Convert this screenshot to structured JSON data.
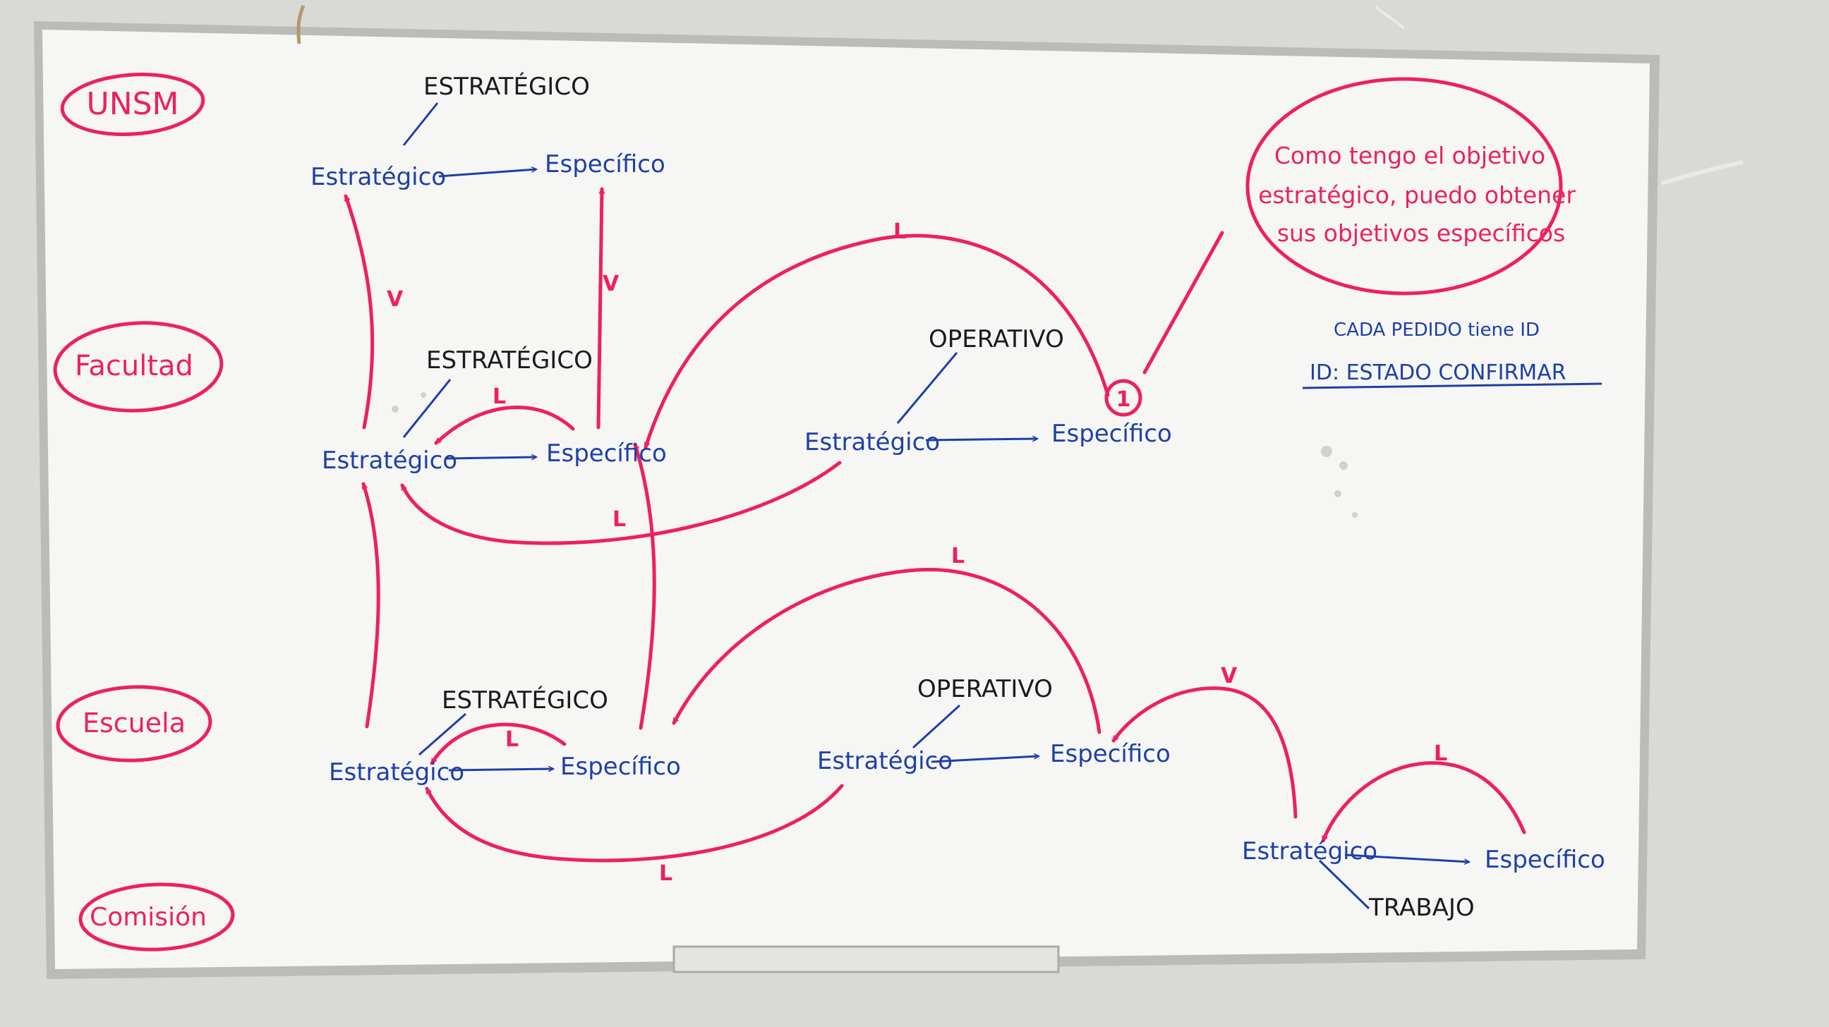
{
  "levels": [
    "UNSM",
    "Facultad",
    "Escuela",
    "Comisión"
  ],
  "blocks": {
    "unsm_estrategico": {
      "label": "Estratégico",
      "annotation": "ESTRATÉGICO"
    },
    "unsm_especifico": {
      "label": "Específico"
    },
    "fac_estrategico": {
      "label": "Estratégico",
      "annotation": "ESTRATÉGICO"
    },
    "fac_especifico": {
      "label": "Específico"
    },
    "fac_op_estrategico": {
      "label": "Estratégico",
      "annotation": "OPERATIVO"
    },
    "fac_op_especifico": {
      "label": "Específico",
      "badge": "1"
    },
    "esc_estrategico": {
      "label": "Estratégico",
      "annotation": "ESTRATÉGICO"
    },
    "esc_especifico": {
      "label": "Específico"
    },
    "esc_op_estrategico": {
      "label": "Estratégico",
      "annotation": "OPERATIVO"
    },
    "esc_op_especifico": {
      "label": "Específico"
    },
    "com_estrategico": {
      "label": "Estratégico",
      "annotation": "TRABAJO"
    },
    "com_especifico": {
      "label": "Específico"
    }
  },
  "edge_labels": {
    "l": "L",
    "v": "V"
  },
  "note": {
    "lines": [
      "Como tengo el objetivo",
      "estratégico, puedo obtener",
      "sus objetivos específicos"
    ]
  },
  "side_text": {
    "line1": "CADA PEDIDO tiene ID",
    "line2": "ID: ESTADO CONFIRMAR"
  },
  "colors": {
    "red": "#ee1f62",
    "blue": "#1f3fa8",
    "black": "#1b1b1b",
    "board": "#f6f7f4",
    "frame": "#b9bcb8",
    "wall": "#d9dad6"
  }
}
